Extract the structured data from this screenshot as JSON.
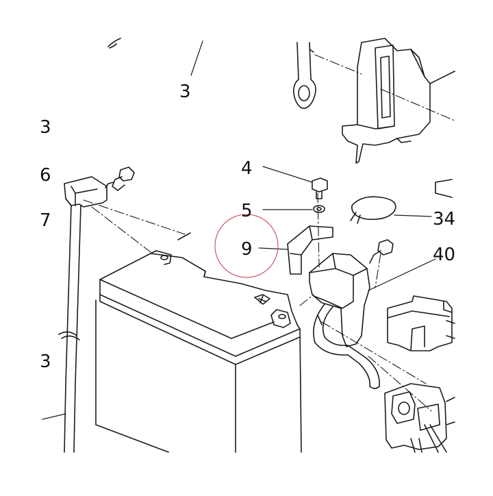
{
  "callouts": [
    {
      "id": "c3a",
      "text": "3"
    },
    {
      "id": "c3b",
      "text": "3"
    },
    {
      "id": "c6",
      "text": "6"
    },
    {
      "id": "c7",
      "text": "7"
    },
    {
      "id": "c3c",
      "text": "3"
    },
    {
      "id": "c4",
      "text": "4"
    },
    {
      "id": "c5",
      "text": "5"
    },
    {
      "id": "c9",
      "text": "9"
    },
    {
      "id": "c34",
      "text": "34"
    },
    {
      "id": "c40",
      "text": "40"
    }
  ],
  "colors": {
    "line": "#1a1a1a",
    "highlight": "#c0394a",
    "background": "#ffffff"
  }
}
